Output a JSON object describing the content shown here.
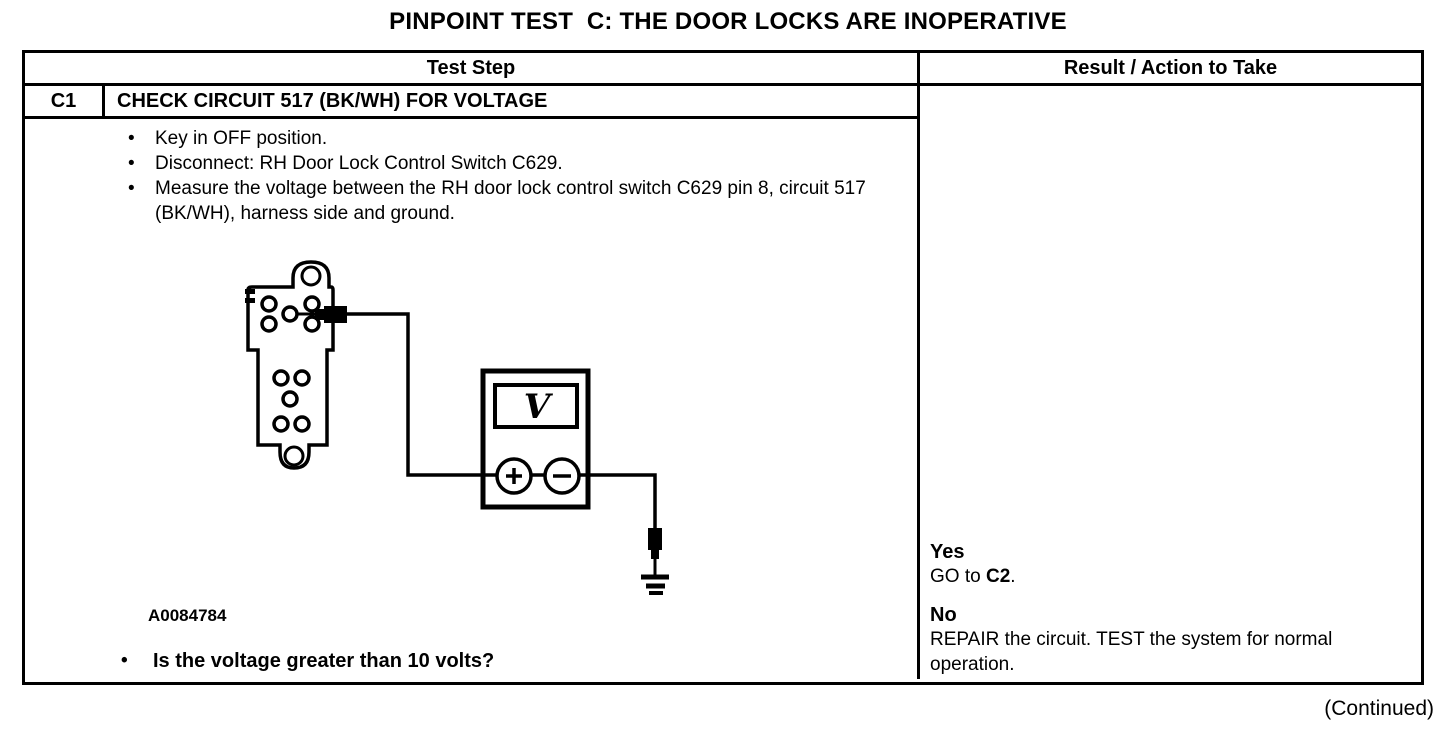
{
  "title": "PINPOINT TEST  C: THE DOOR LOCKS ARE INOPERATIVE",
  "bullet_char": "•",
  "table": {
    "headers": {
      "test_step": "Test Step",
      "result_action": "Result / Action to Take"
    },
    "step_c1": {
      "step_id": "C1",
      "step_title": "CHECK CIRCUIT 517 (BK/WH) FOR VOLTAGE",
      "bullets": [
        "Key in OFF position.",
        "Disconnect: RH Door Lock Control Switch C629.",
        "Measure the voltage between the RH door lock control switch C629 pin 8, circuit 517 (BK/WH), harness side and ground."
      ],
      "figure_id": "A0084784",
      "question": "Is the voltage greater than 10 volts?",
      "result": {
        "yes_label": "Yes",
        "yes_action": {
          "prefix": "GO to ",
          "target": "C2",
          "suffix": "."
        },
        "no_label": "No",
        "no_action": "REPAIR the circuit. TEST the system for normal operation."
      }
    }
  },
  "diagram": {
    "voltmeter_display": "V",
    "icons": {
      "plus_terminal_icon": "+",
      "minus_terminal_icon": "−",
      "ground_icon": "⏚"
    }
  },
  "footer": {
    "continued": "(Continued)"
  },
  "colors": {
    "ink": "#000000",
    "paper": "#ffffff"
  }
}
